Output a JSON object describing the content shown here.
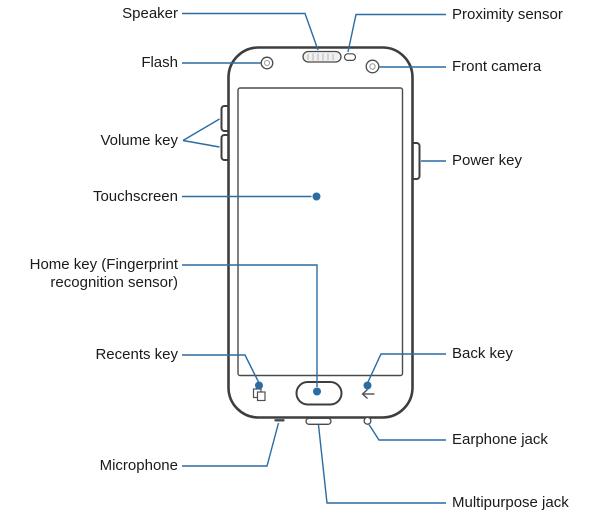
{
  "diagram": {
    "device": "smartphone-front-view",
    "labels": {
      "speaker": "Speaker",
      "proximity_sensor": "Proximity sensor",
      "flash": "Flash",
      "front_camera": "Front camera",
      "volume_key": "Volume key",
      "power_key": "Power key",
      "touchscreen": "Touchscreen",
      "home_key_lines": [
        "Home key (Fingerprint",
        "recognition sensor)"
      ],
      "recents_key": "Recents key",
      "back_key": "Back key",
      "microphone": "Microphone",
      "earphone_jack": "Earphone jack",
      "multipurpose_jack": "Multipurpose jack"
    },
    "colors": {
      "leader_line": "#2b6ca3",
      "callout_dot": "#2b6ca3",
      "text": "#1a1a1a",
      "phone_outline": "#3e3e3e",
      "component_outline": "#4a4a4a"
    }
  }
}
